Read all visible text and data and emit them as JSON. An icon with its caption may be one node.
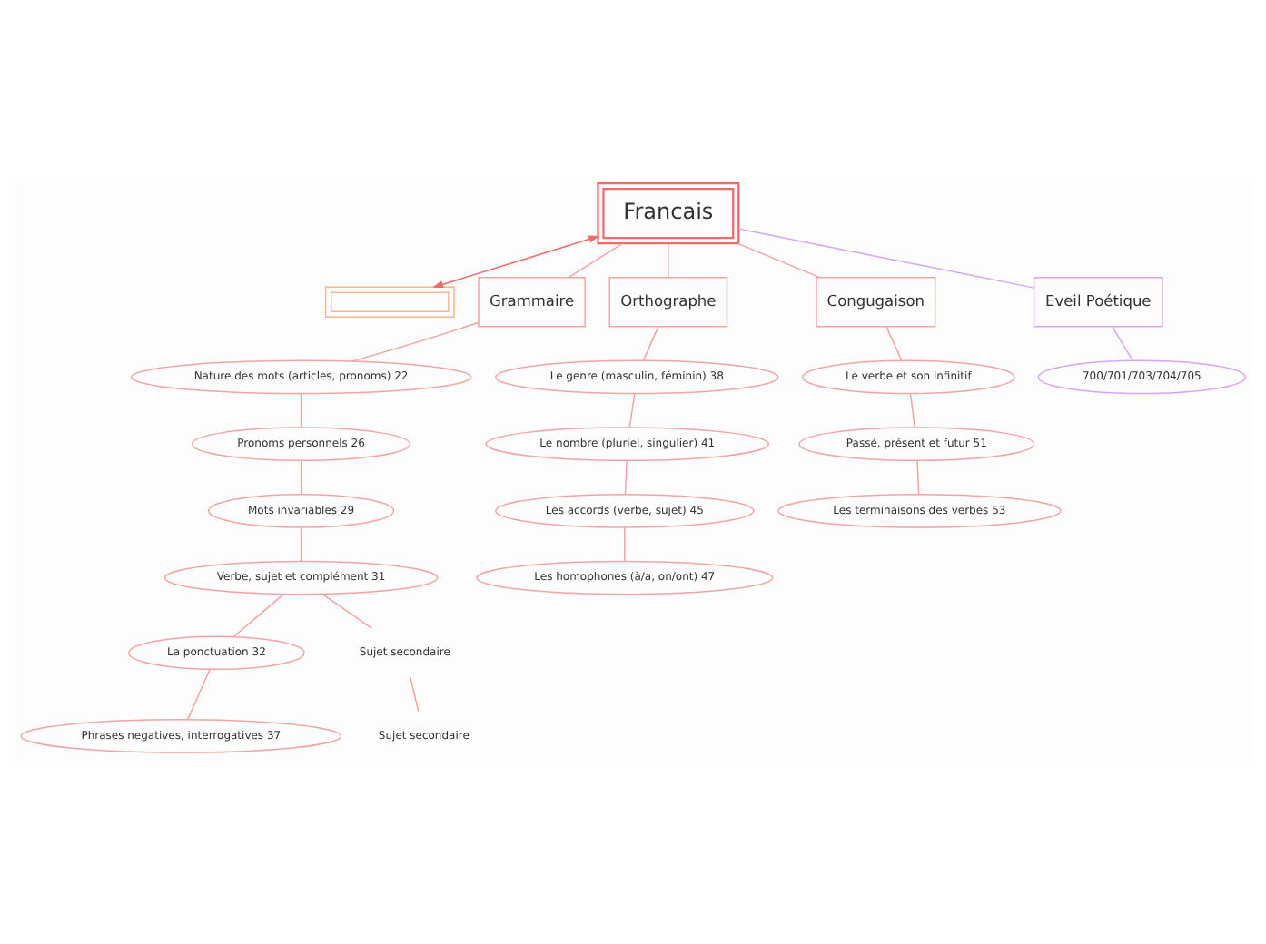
{
  "diagram": {
    "nodes": [
      {
        "text": [],
        "shape": "box"
      },
      {
        "text": [
          "Francais"
        ]
      },
      {
        "text": [
          "Grammaire"
        ]
      },
      {
        "text": [
          "Nature des mots (articles, pronoms) 22"
        ]
      },
      {
        "text": [
          "Pronoms personnels 26"
        ]
      },
      {
        "text": [
          "Mots invariables 29"
        ]
      },
      {
        "text": [
          "Verbe, sujet et complément 31"
        ]
      },
      {
        "text": [
          "La ponctuation 32"
        ]
      },
      {
        "text": [
          "Phrases negatives, interrogatives 37"
        ]
      },
      {
        "text": [
          "Sujet secondaire"
        ]
      },
      {
        "text": [
          "Sujet secondaire"
        ]
      },
      {
        "text": [
          "Orthographe"
        ]
      },
      {
        "text": [
          "Le genre (masculin, féminin) 38"
        ]
      },
      {
        "text": [
          "Le nombre (pluriel, singulier) 41"
        ]
      },
      {
        "text": [
          "Les accords (verbe, sujet) 45"
        ]
      },
      {
        "text": [
          "Les homophones (à/a, on/ont) 47"
        ]
      },
      {
        "text": [
          "Congugaison"
        ]
      },
      {
        "text": [
          "Le verbe et son infinitif"
        ]
      },
      {
        "text": [
          "Passé, présent et futur 51"
        ]
      },
      {
        "text": [
          "Les terminaisons des verbes 53"
        ]
      },
      {
        "text": [
          "Eveil Poétique"
        ]
      },
      {
        "text": [
          "700/701/703/704/705"
        ]
      }
    ],
    "edges": [
      {
        "from": 1,
        "to": 0,
        "arrow": "both",
        "color": "#f06a6a"
      },
      {
        "from": 1,
        "to": 2,
        "arrow": "none"
      },
      {
        "from": 1,
        "to": 11,
        "arrow": "none"
      },
      {
        "from": 1,
        "to": 16,
        "arrow": "none"
      },
      {
        "from": 1,
        "to": 20,
        "arrow": "none",
        "color": "#d9a3f0"
      },
      {
        "from": 2,
        "to": 3,
        "arrow": "none"
      },
      {
        "from": 3,
        "to": 4,
        "arrow": "none"
      },
      {
        "from": 4,
        "to": 5,
        "arrow": "none"
      },
      {
        "from": 5,
        "to": 6,
        "arrow": "none"
      },
      {
        "from": 6,
        "to": 7,
        "arrow": "none"
      },
      {
        "from": 6,
        "to": 9,
        "arrow": "none"
      },
      {
        "from": 7,
        "to": 8,
        "arrow": "none"
      },
      {
        "from": 9,
        "to": 10,
        "arrow": "none"
      },
      {
        "from": 11,
        "to": 12,
        "arrow": "none"
      },
      {
        "from": 12,
        "to": 13,
        "arrow": "none"
      },
      {
        "from": 13,
        "to": 14,
        "arrow": "none"
      },
      {
        "from": 14,
        "to": 15,
        "arrow": "none"
      },
      {
        "from": 16,
        "to": 17,
        "arrow": "none"
      },
      {
        "from": 17,
        "to": 18,
        "arrow": "none"
      },
      {
        "from": 18,
        "to": 19,
        "arrow": "none"
      },
      {
        "from": 20,
        "to": 21,
        "arrow": "none",
        "color": "#d9a3f0"
      }
    ]
  }
}
